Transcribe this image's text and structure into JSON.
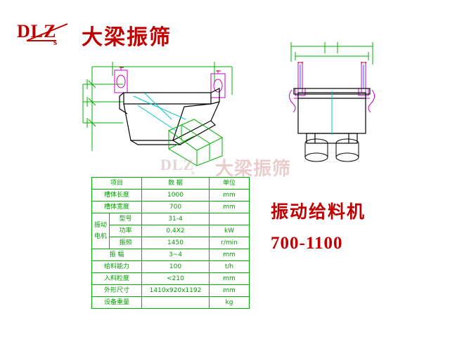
{
  "logo": {
    "mark": "DLZ",
    "sub": "s",
    "brand": "大梁振筛"
  },
  "watermark": {
    "mark": "DLZ",
    "sub": "s",
    "brand": "大梁振筛"
  },
  "titles": {
    "product_cn": "振动给料机",
    "model": "700-1100"
  },
  "spec_table": {
    "headers": [
      "项目",
      "数 据",
      "单位"
    ],
    "rows": [
      {
        "label": "槽体长度",
        "group": "",
        "value": "1000",
        "unit": "mm"
      },
      {
        "label": "槽体宽度",
        "group": "",
        "value": "700",
        "unit": "mm"
      },
      {
        "label": "振动电机",
        "group": "型号",
        "value": "31-4",
        "unit": ""
      },
      {
        "label": "振动电机",
        "group": "功率",
        "value": "0.4X2",
        "unit": "kW"
      },
      {
        "label": "振动电机",
        "group": "振频",
        "value": "1450",
        "unit": "r/min"
      },
      {
        "label": "振 幅",
        "group": "",
        "value": "3~4",
        "unit": "mm"
      },
      {
        "label": "给料能力",
        "group": "",
        "value": "100",
        "unit": "t/h"
      },
      {
        "label": "入料粒度",
        "group": "",
        "value": "<210",
        "unit": "mm"
      },
      {
        "label": "外形尺寸",
        "group": "",
        "value": "1410x920x1192",
        "unit": "mm"
      },
      {
        "label": "设备重量",
        "group": "",
        "value": "",
        "unit": "kg"
      }
    ],
    "motor_label": "振动\n电机"
  },
  "drawing": {
    "side_view_dims": [
      "",
      "",
      "",
      ""
    ],
    "front_view_dims": [
      "",
      "",
      ""
    ],
    "colors": {
      "green": "#00b000",
      "cyan": "#00c8c8",
      "magenta": "#cc00cc",
      "red": "#c00000",
      "black": "#000000",
      "blue": "#3050f0"
    }
  }
}
